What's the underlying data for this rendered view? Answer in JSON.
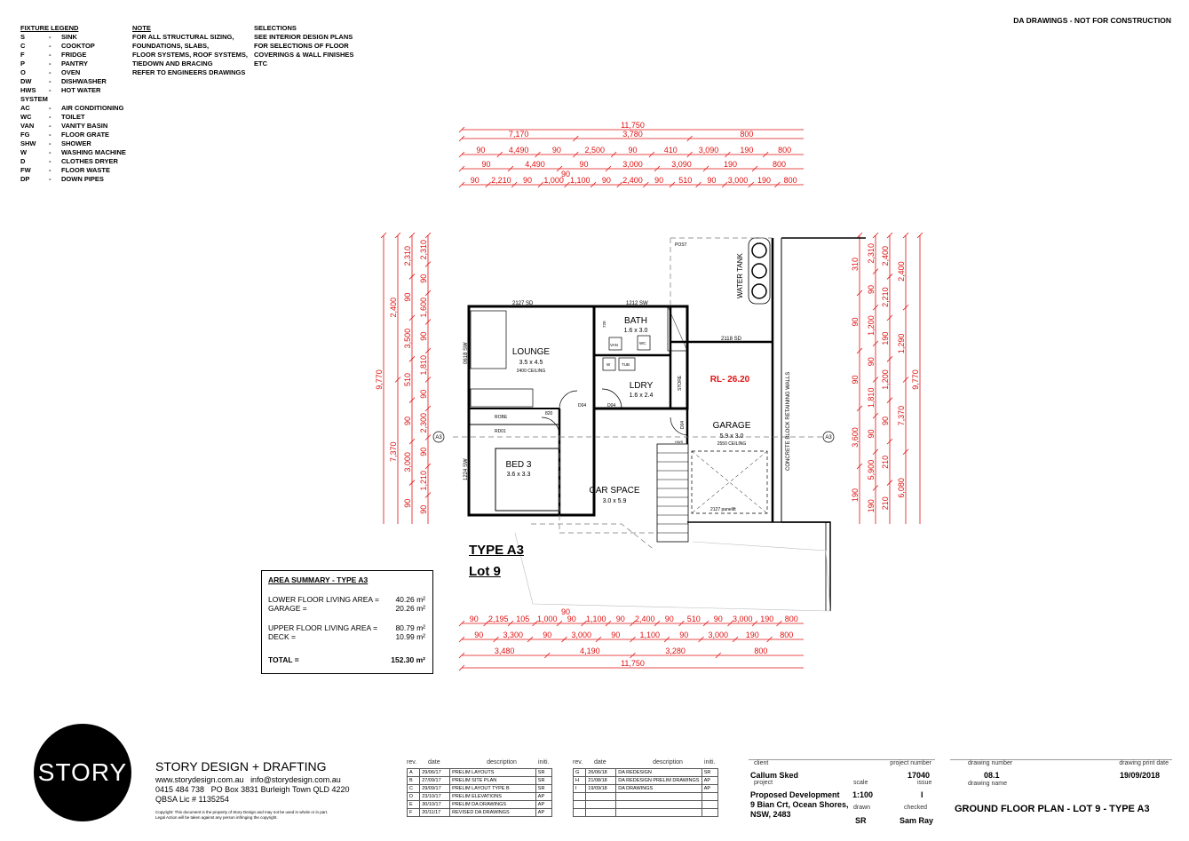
{
  "header_note": "DA DRAWINGS - NOT FOR CONSTRUCTION",
  "fixture_legend": {
    "title": "FIXTURE LEGEND",
    "items": [
      {
        "key": "S",
        "desc": "SINK"
      },
      {
        "key": "C",
        "desc": "COOKTOP"
      },
      {
        "key": "F",
        "desc": "FRIDGE"
      },
      {
        "key": "P",
        "desc": "PANTRY"
      },
      {
        "key": "O",
        "desc": "OVEN"
      },
      {
        "key": "DW",
        "desc": "DISHWASHER"
      },
      {
        "key": "HWS",
        "desc": "HOT WATER"
      },
      {
        "key": "SYSTEM",
        "desc": ""
      },
      {
        "key": "AC",
        "desc": "AIR CONDITIONING"
      },
      {
        "key": "WC",
        "desc": "TOILET"
      },
      {
        "key": "VAN",
        "desc": "VANITY BASIN"
      },
      {
        "key": "FG",
        "desc": "FLOOR GRATE"
      },
      {
        "key": "SHW",
        "desc": "SHOWER"
      },
      {
        "key": "W",
        "desc": "WASHING MACHINE"
      },
      {
        "key": "D",
        "desc": "CLOTHES DRYER"
      },
      {
        "key": "FW",
        "desc": "FLOOR WASTE"
      },
      {
        "key": "DP",
        "desc": "DOWN PIPES"
      }
    ]
  },
  "note": {
    "title": "NOTE",
    "lines": [
      "FOR ALL STRUCTURAL SIZING,",
      "FOUNDATIONS, SLABS,",
      "FLOOR SYSTEMS, ROOF SYSTEMS,",
      "TIEDOWN AND BRACING",
      "REFER TO ENGINEERS DRAWINGS"
    ]
  },
  "selections": {
    "title": "SELECTIONS",
    "lines": [
      "SEE INTERIOR DESIGN PLANS",
      "FOR SELECTIONS OF FLOOR",
      "COVERINGS & WALL FINISHES",
      "ETC"
    ]
  },
  "top_dims": {
    "row1": [
      "11,750"
    ],
    "row2": [
      "7,170",
      "3,780",
      "800"
    ],
    "row3": [
      "90",
      "4,490",
      "90",
      "2,500",
      "90",
      "410",
      "3,090",
      "190",
      "800"
    ],
    "row4": [
      "90",
      "4,490",
      "90",
      "3,000",
      "3,090",
      "190",
      "800"
    ],
    "row4b": [
      "90"
    ],
    "row5": [
      "90",
      "2,210",
      "90",
      "1,000",
      "1,100",
      "90",
      "2,400",
      "90",
      "510",
      "90",
      "3,000",
      "190",
      "800"
    ]
  },
  "bottom_dims": {
    "row1": [
      "90",
      "2,195",
      "105",
      "1,000",
      "90",
      "1,100",
      "90",
      "2,400",
      "90",
      "510",
      "90",
      "3,000",
      "190",
      "800"
    ],
    "row1b": [
      "90"
    ],
    "row2": [
      "90",
      "3,300",
      "90",
      "3,000",
      "90",
      "1,100",
      "90",
      "3,000",
      "190",
      "800"
    ],
    "row3": [
      "3,480",
      "4,190",
      "3,280",
      "800"
    ],
    "row4": [
      "11,750"
    ]
  },
  "left_dims": {
    "outer": [
      "9,770"
    ],
    "mid": [
      "2,400",
      "7,370"
    ],
    "inner1": [
      "2,310",
      "90",
      "3,500",
      "510",
      "90",
      "3,000",
      "90"
    ],
    "inner2": [
      "2,310",
      "90",
      "1,600",
      "90",
      "1,810",
      "90",
      "2,300",
      "90",
      "1,210",
      "90"
    ]
  },
  "right_dims": {
    "outer": [
      "9,770"
    ],
    "mid": [
      "2,400",
      "1,290",
      "7,370",
      "6,080"
    ],
    "inner1": [
      "2,310",
      "90",
      "1,200",
      "90",
      "1,810",
      "90",
      "5,900",
      "190"
    ],
    "inner2": [
      "2,400",
      "2,210",
      "190",
      "1,200",
      "90",
      "210",
      "210"
    ],
    "inner3": [
      "310",
      "90",
      "90",
      "3,600",
      "190"
    ]
  },
  "rooms": {
    "lounge": {
      "name": "LOUNGE",
      "size": "3.5 x 4.5",
      "ceiling": "2400 CEILING"
    },
    "bath": {
      "name": "BATH",
      "size": "1.6 x 3.0"
    },
    "ldry": {
      "name": "LDRY",
      "size": "1.6 x 2.4"
    },
    "garage": {
      "name": "GARAGE",
      "size": "5.9 x 3.0",
      "ceiling": "2550 CEILING"
    },
    "bed3": {
      "name": "BED 3",
      "size": "3.6 x 3.3"
    },
    "carspace": {
      "name": "CAR SPACE",
      "size": "3.0 x 5.9"
    },
    "rl": "RL- 26.20"
  },
  "plan_labels": {
    "sd1": "2127 SD",
    "sd2": "1212 SW",
    "sd3": "2118 SD",
    "sw_lounge": "0618 SW",
    "sw_bed": "1224 SW",
    "water_tank": "WATER TANK",
    "post": "POST",
    "store": "STORE",
    "retaining": "CONCRETE BLOCK RETAINING WALLS",
    "robe": "ROBE",
    "rd01": "RD01",
    "d04a": "D04",
    "d04b": "D04",
    "d04c": "D04",
    "d820": "820",
    "van": "VAN",
    "wc": "WC",
    "w": "W",
    "tub": "TUB",
    "d720": "720",
    "panelift": "2127 panelift",
    "a3": "A3",
    "hws": "HWS"
  },
  "type_title": "TYPE A3",
  "lot_title": "Lot 9",
  "area_summary": {
    "title": "AREA SUMMARY - TYPE A3",
    "rows": [
      {
        "label": "LOWER FLOOR LIVING AREA =",
        "value": "40.26 m²"
      },
      {
        "label": "GARAGE =",
        "value": "20.26 m²"
      },
      {
        "label": "UPPER FLOOR LIVING AREA =",
        "value": "80.79 m²"
      },
      {
        "label": "DECK =",
        "value": "10.99 m²"
      }
    ],
    "total_label": "TOTAL =",
    "total_value": "152.30 m²"
  },
  "company": {
    "logo": "STORY",
    "name": "STORY DESIGN + DRAFTING",
    "web": "www.storydesign.com.au",
    "email": "info@storydesign.com.au",
    "phone": "0415 484 738",
    "address": "PO Box 3831 Burleigh Town QLD 4220",
    "qbsa": "QBSA Lic # 1135254",
    "copyright1": "Copyright: This document is the property of Story Design and may not be used in whole or in part.",
    "copyright2": "Legal Action will be taken against any person infringing the copyright."
  },
  "rev_headers": {
    "rev": "rev.",
    "date": "date",
    "desc": "description",
    "init": "initi."
  },
  "revisions_left": [
    {
      "rev": "A",
      "date": "29/06/17",
      "desc": "PRELIM LAYOUTS",
      "init": "SR"
    },
    {
      "rev": "B",
      "date": "27/09/17",
      "desc": "PRELIM SITE PLAN",
      "init": "SR"
    },
    {
      "rev": "C",
      "date": "29/09/17",
      "desc": "PRELIM LAYOUT TYPE B",
      "init": "SR"
    },
    {
      "rev": "D",
      "date": "23/10/17",
      "desc": "PRELIM ELEVATIONS",
      "init": "AP"
    },
    {
      "rev": "E",
      "date": "30/10/17",
      "desc": "PRELIM DA DRAWINGS",
      "init": "AP"
    },
    {
      "rev": "F",
      "date": "20/11/17",
      "desc": "REVISED DA DRAWINGS",
      "init": "AP"
    }
  ],
  "revisions_right": [
    {
      "rev": "G",
      "date": "26/06/18",
      "desc": "DA REDESIGN",
      "init": "SR"
    },
    {
      "rev": "H",
      "date": "21/08/18",
      "desc": "DA REDESIGN PRELIM DRAWINGS",
      "init": "AP"
    },
    {
      "rev": "I",
      "date": "19/09/18",
      "desc": "DA DRAWINGS",
      "init": "AP"
    },
    {
      "rev": "",
      "date": "",
      "desc": "",
      "init": ""
    },
    {
      "rev": "",
      "date": "",
      "desc": "",
      "init": ""
    },
    {
      "rev": "",
      "date": "",
      "desc": "",
      "init": ""
    }
  ],
  "title_block": {
    "client_label": "client",
    "client": "Callum Sked",
    "project_number_label": "project number",
    "project_number": "17040",
    "project_label": "project",
    "issue_label": "issue",
    "issue": "I",
    "project_line1": "Proposed Development",
    "project_line2": "9 Bian Crt, Ocean Shores,",
    "project_line3": "NSW, 2483",
    "scale_label": "scale",
    "scale": "1:100",
    "drawn_label": "drawn",
    "drawn": "SR",
    "checked_label": "checked",
    "checked": "Sam Ray",
    "drawing_number_label": "drawing number",
    "drawing_number": "08.1",
    "drawing_name_label": "drawing name",
    "drawing_name": "GROUND FLOOR PLAN - LOT 9 - TYPE A3",
    "print_date_label": "drawing print date",
    "print_date": "19/09/2018"
  }
}
